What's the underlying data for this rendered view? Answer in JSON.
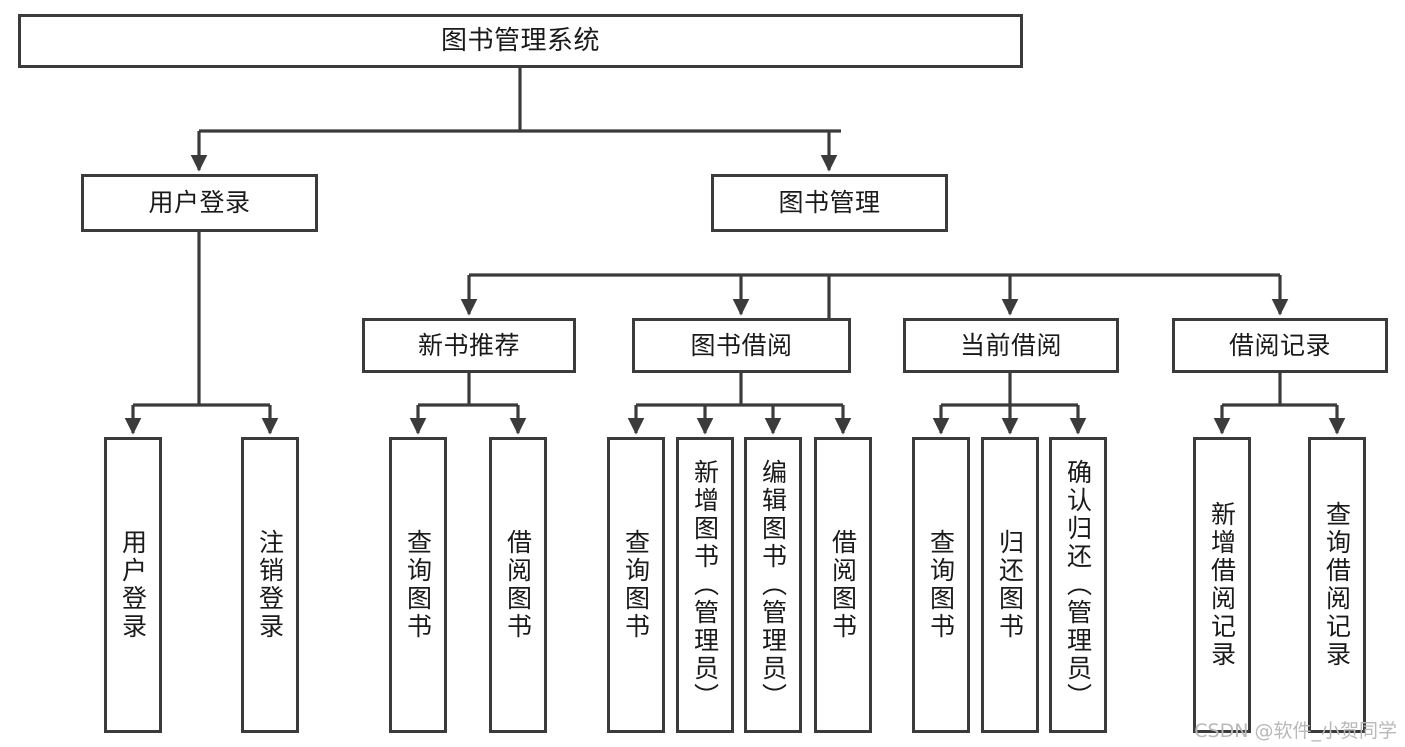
{
  "diagram": {
    "type": "tree-hierarchy",
    "title": "图书管理系统",
    "watermark": "CSDN @软件_小贺同学",
    "colors": {
      "stroke": "#3b3b3b",
      "fill": "#ffffff",
      "text": "#1a1a1a",
      "watermark": "#b9b9b9",
      "background": "#ffffff"
    },
    "nodes": {
      "root": {
        "label": "图书管理系统"
      },
      "level2": [
        {
          "id": "user-login",
          "label": "用户登录"
        },
        {
          "id": "book-manage",
          "label": "图书管理"
        }
      ],
      "level3": [
        {
          "id": "new-book-recommend",
          "label": "新书推荐"
        },
        {
          "id": "book-borrow",
          "label": "图书借阅"
        },
        {
          "id": "current-borrow",
          "label": "当前借阅"
        },
        {
          "id": "borrow-record",
          "label": "借阅记录"
        }
      ],
      "leaves": {
        "user-login": [
          {
            "id": "leaf-user-login",
            "label": "用户登录"
          },
          {
            "id": "leaf-logout",
            "label": "注销登录"
          }
        ],
        "new-book-recommend": [
          {
            "id": "leaf-query-book-1",
            "label": "查询图书"
          },
          {
            "id": "leaf-borrow-book-1",
            "label": "借阅图书"
          }
        ],
        "book-borrow": [
          {
            "id": "leaf-query-book-2",
            "label": "查询图书"
          },
          {
            "id": "leaf-add-book",
            "label": "新增图书（管理员）"
          },
          {
            "id": "leaf-edit-book",
            "label": "编辑图书（管理员）"
          },
          {
            "id": "leaf-borrow-book-2",
            "label": "借阅图书"
          }
        ],
        "current-borrow": [
          {
            "id": "leaf-query-book-3",
            "label": "查询图书"
          },
          {
            "id": "leaf-return-book",
            "label": "归还图书"
          },
          {
            "id": "leaf-confirm-return",
            "label": "确认归还（管理员）"
          }
        ],
        "borrow-record": [
          {
            "id": "leaf-add-record",
            "label": "新增借阅记录"
          },
          {
            "id": "leaf-query-record",
            "label": "查询借阅记录"
          }
        ]
      }
    },
    "edges": [
      {
        "from": "root",
        "to": "user-login"
      },
      {
        "from": "root",
        "to": "book-manage"
      },
      {
        "from": "book-manage",
        "to": "new-book-recommend"
      },
      {
        "from": "book-manage",
        "to": "book-borrow"
      },
      {
        "from": "book-manage",
        "to": "current-borrow"
      },
      {
        "from": "book-manage",
        "to": "borrow-record"
      },
      {
        "from": "user-login",
        "to": "leaf-user-login"
      },
      {
        "from": "user-login",
        "to": "leaf-logout"
      },
      {
        "from": "new-book-recommend",
        "to": "leaf-query-book-1"
      },
      {
        "from": "new-book-recommend",
        "to": "leaf-borrow-book-1"
      },
      {
        "from": "book-borrow",
        "to": "leaf-query-book-2"
      },
      {
        "from": "book-borrow",
        "to": "leaf-add-book"
      },
      {
        "from": "book-borrow",
        "to": "leaf-edit-book"
      },
      {
        "from": "book-borrow",
        "to": "leaf-borrow-book-2"
      },
      {
        "from": "current-borrow",
        "to": "leaf-query-book-3"
      },
      {
        "from": "current-borrow",
        "to": "leaf-return-book"
      },
      {
        "from": "current-borrow",
        "to": "leaf-confirm-return"
      },
      {
        "from": "borrow-record",
        "to": "leaf-add-record"
      },
      {
        "from": "borrow-record",
        "to": "leaf-query-record"
      }
    ]
  }
}
